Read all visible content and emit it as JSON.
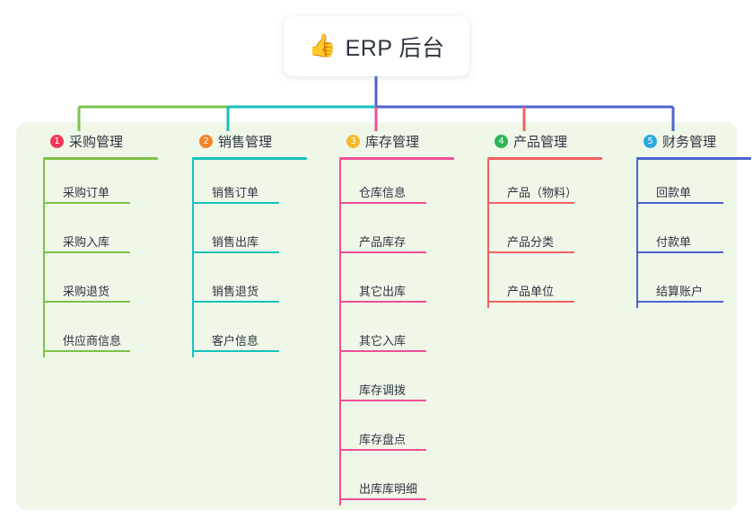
{
  "root": {
    "icon": "thumbs-up-emoji",
    "emoji": "👍",
    "title": "ERP 后台"
  },
  "palette": {
    "panel_bg": "#eef7e8",
    "branch_1": "#7cc24a",
    "branch_2": "#14c2ba",
    "branch_3": "#ef4f95",
    "branch_4": "#f4615f",
    "branch_5": "#4f63d0",
    "root_stem": "#4f63d0",
    "badge_1": "#f2385a",
    "badge_2": "#f5822b",
    "badge_3": "#f7b92b",
    "badge_4": "#2fb457",
    "badge_5": "#2aa9e0"
  },
  "branches": [
    {
      "number": "1",
      "label": "采购管理",
      "color": "#7cc24a",
      "badge_color": "#f2385a",
      "items": [
        "采购订单",
        "采购入库",
        "采购退货",
        "供应商信息"
      ]
    },
    {
      "number": "2",
      "label": "销售管理",
      "color": "#14c2ba",
      "badge_color": "#f5822b",
      "items": [
        "销售订单",
        "销售出库",
        "销售退货",
        "客户信息"
      ]
    },
    {
      "number": "3",
      "label": "库存管理",
      "color": "#ef4f95",
      "badge_color": "#f7b92b",
      "items": [
        "仓库信息",
        "产品库存",
        "其它出库",
        "其它入库",
        "库存调拨",
        "库存盘点",
        "出库库明细"
      ]
    },
    {
      "number": "4",
      "label": "产品管理",
      "color": "#f4615f",
      "badge_color": "#2fb457",
      "items": [
        "产品（物料）",
        "产品分类",
        "产品单位"
      ]
    },
    {
      "number": "5",
      "label": "财务管理",
      "color": "#4f63d0",
      "badge_color": "#2aa9e0",
      "items": [
        "回款单",
        "付款单",
        "结算账户"
      ]
    }
  ]
}
